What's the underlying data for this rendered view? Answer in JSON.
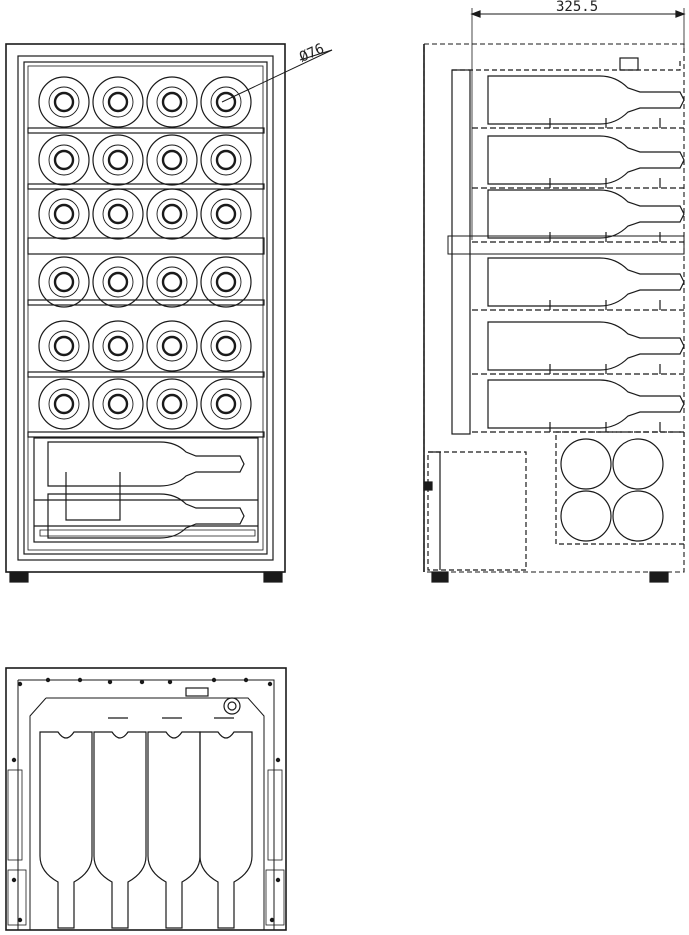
{
  "annotations": {
    "diameter_label": "Ø76",
    "depth_dimension": "325.5"
  },
  "front_view": {
    "bottle_rows": 6,
    "bottles_per_row": 4,
    "bottom_drawer_bottles": 2
  },
  "side_view": {
    "shelf_bottles": 6,
    "rack_end_bottles": 4
  },
  "top_view": {
    "bottle_outlines": 4
  },
  "colors": {
    "line": "#1a1a1a",
    "background": "#ffffff"
  }
}
